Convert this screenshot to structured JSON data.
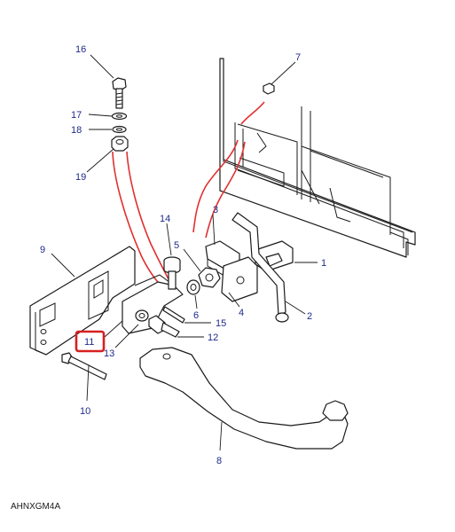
{
  "callouts": {
    "c1": "1",
    "c2": "2",
    "c3": "3",
    "c4": "4",
    "c5": "5",
    "c6": "6",
    "c7": "7",
    "c8": "8",
    "c9": "9",
    "c10": "10",
    "c11": "11",
    "c12": "12",
    "c13": "13",
    "c14": "14",
    "c15": "15",
    "c16": "16",
    "c17": "17",
    "c18": "18",
    "c19": "19"
  },
  "highlighted_callout": "11",
  "drawing_code": "AHNXGM4A",
  "colors": {
    "callout_text": "#1f2a8a",
    "highlight_box": "#d62020",
    "guide_lines": "#e03030",
    "line_art": "#1a1a1a"
  }
}
